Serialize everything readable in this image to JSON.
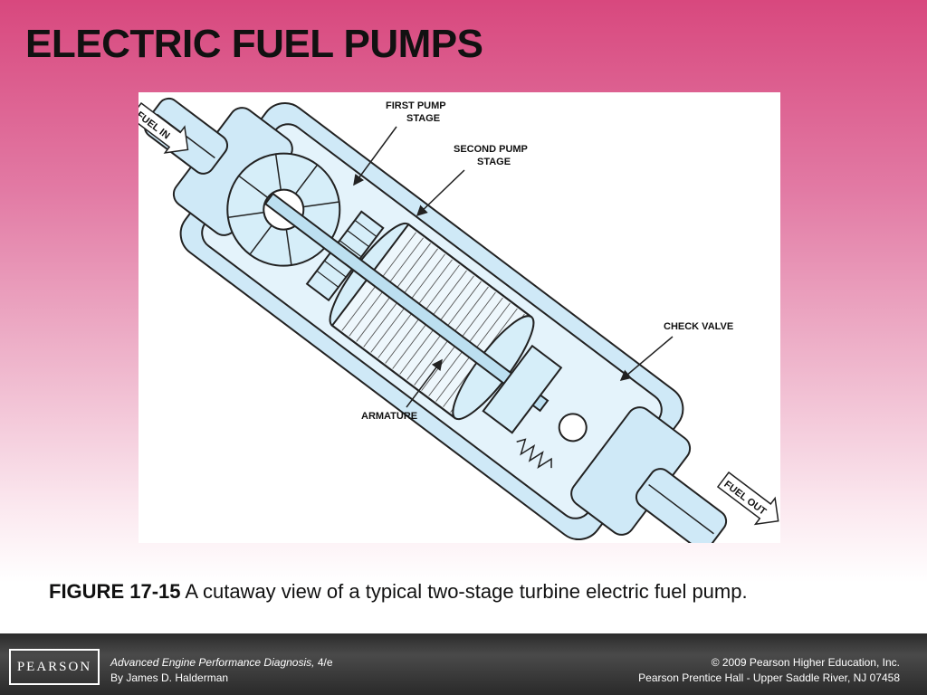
{
  "slide": {
    "title": "ELECTRIC FUEL PUMPS"
  },
  "figure": {
    "labels": {
      "fuel_in": "FUEL IN",
      "first_pump_stage_line1": "FIRST PUMP",
      "first_pump_stage_line2": "STAGE",
      "second_pump_stage_line1": "SECOND PUMP",
      "second_pump_stage_line2": "STAGE",
      "check_valve": "CHECK VALVE",
      "armature": "ARMATURE",
      "fuel_out": "FUEL OUT"
    },
    "caption_number": "FIGURE 17-15",
    "caption_text": "A cutaway view of a typical two-stage turbine electric fuel pump."
  },
  "footer": {
    "logo_text": "PEARSON",
    "book_title": "Advanced Engine Performance Diagnosis,",
    "edition": "4/e",
    "author": "By James D. Halderman",
    "copyright": "© 2009 Pearson Higher Education, Inc.",
    "publisher": "Pearson Prentice Hall - Upper Saddle River, NJ 07458"
  },
  "colors": {
    "pump_fill": "#cfe9f7",
    "outline": "#222222"
  }
}
